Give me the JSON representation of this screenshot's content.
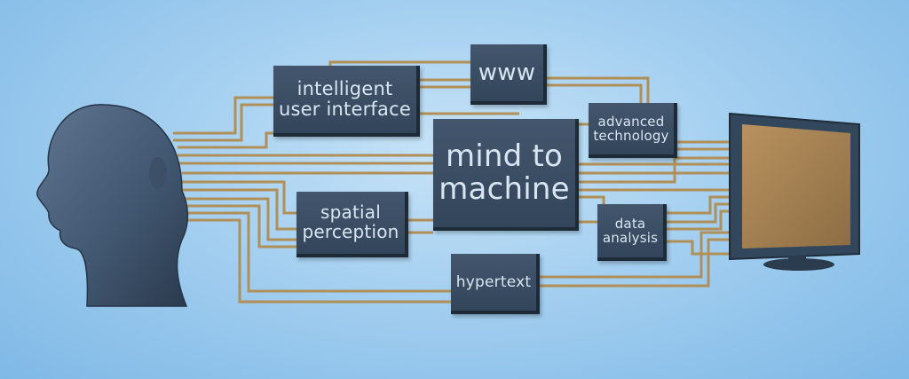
{
  "diagram": {
    "nodes": {
      "www": "www",
      "intelligent_ui_1": "intelligent",
      "intelligent_ui_2": "user interface",
      "mind_1": "mind to",
      "mind_2": "machine",
      "advanced_1": "advanced",
      "advanced_2": "technology",
      "spatial_1": "spatial",
      "spatial_2": "perception",
      "data_1": "data",
      "data_2": "analysis",
      "hypertext": "hypertext"
    },
    "colors": {
      "background": "#a4cff0",
      "box": "#3b4d63",
      "box_text": "#d9e6f2",
      "wire": "#b08f58",
      "head": "#4e637c",
      "monitor_screen": "#a8865a",
      "monitor_frame": "#33475c"
    },
    "icons": [
      "human-head-icon",
      "computer-monitor-icon"
    ]
  }
}
